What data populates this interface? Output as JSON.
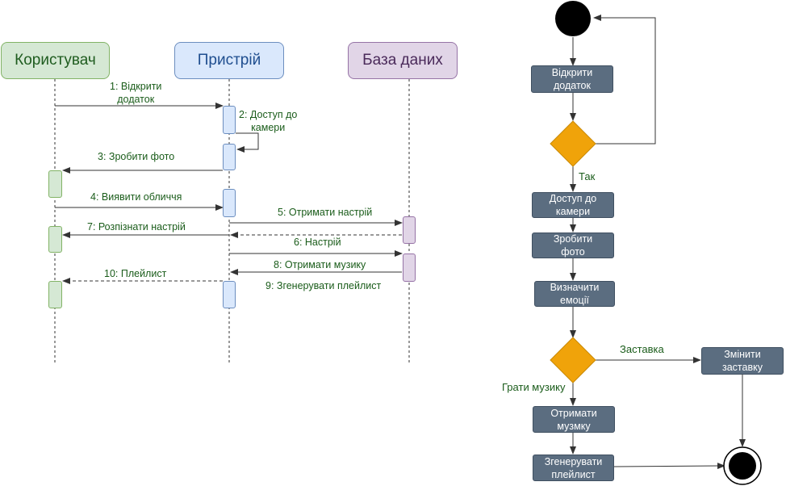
{
  "sequence": {
    "lifelines": {
      "user": "Користувач",
      "device": "Пристрій",
      "database": "База даних"
    },
    "messages": {
      "m1": "1: Відкрити\nдодаток",
      "m2": "2: Доступ до\nкамери",
      "m3": "3: Зробити фото",
      "m4": "4: Виявити обличчя",
      "m5": "5: Отримати настрій",
      "m6": "6: Настрій",
      "m7": "7: Розпізнати настрій",
      "m8": "8: Отримати музику",
      "m9": "9: Згенерувати плейлист",
      "m10": "10: Плейлист"
    }
  },
  "activity": {
    "actions": {
      "open_app": "Відкрити\nдодаток",
      "camera_access": "Доступ до\nкамери",
      "take_photo": "Зробити\nфото",
      "detect_emotions": "Визначити\nемоції",
      "change_screensaver": "Змінити\nзаставку",
      "get_music": "Отримати\nмузмку",
      "generate_playlist": "Згенерувати\nплейлист"
    },
    "guards": {
      "yes": "Так",
      "screensaver": "Заставка",
      "play_music": "Грати музику"
    }
  },
  "colors": {
    "action_fill": "#5b6d80",
    "decision_fill": "#f0a30a",
    "user_fill": "#d5e8d4",
    "device_fill": "#dae8fc",
    "db_fill": "#e1d5e7",
    "label_text": "#1a5c1a"
  }
}
